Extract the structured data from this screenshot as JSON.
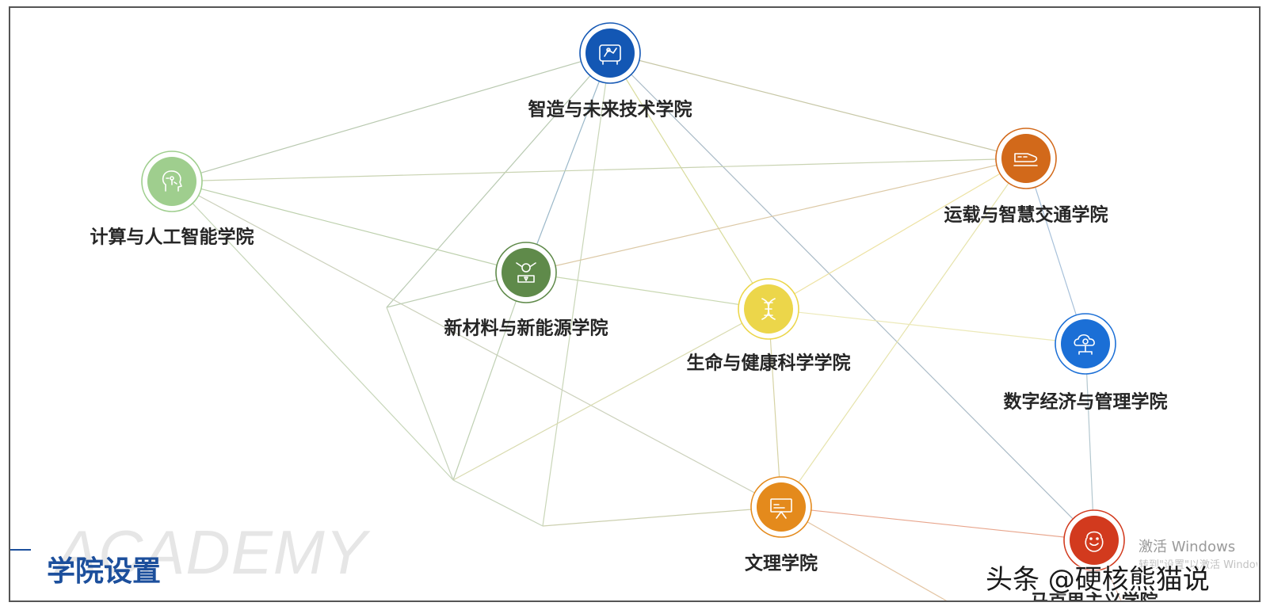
{
  "diagram": {
    "watermark_word": "ACADEMY",
    "page_title": "学院设置",
    "nodes": [
      {
        "id": "zhizao",
        "label": "智造与未来技术学院",
        "color": "#1357b4",
        "ring": "#1357b4",
        "icon": "robot-arm-icon"
      },
      {
        "id": "jisuan",
        "label": "计算与人工智能学院",
        "color": "#9fce8e",
        "ring": "#9fce8e",
        "icon": "ai-head-icon"
      },
      {
        "id": "yunzai",
        "label": "运载与智慧交通学院",
        "color": "#d2691a",
        "ring": "#d2691a",
        "icon": "train-icon"
      },
      {
        "id": "xincailiao",
        "label": "新材料与新能源学院",
        "color": "#5f8a4a",
        "ring": "#5f8a4a",
        "icon": "energy-cell-icon"
      },
      {
        "id": "shengming",
        "label": "生命与健康科学学院",
        "color": "#ecd64a",
        "ring": "#ecd64a",
        "icon": "dna-icon"
      },
      {
        "id": "shuzi",
        "label": "数字经济与管理学院",
        "color": "#1b6fd6",
        "ring": "#1b6fd6",
        "icon": "cloud-network-icon"
      },
      {
        "id": "wenli",
        "label": "文理学院",
        "color": "#e48a1c",
        "ring": "#e48a1c",
        "icon": "presentation-board-icon"
      },
      {
        "id": "makesi",
        "label": "马克思主义学院",
        "color": "#d23a1e",
        "ring": "#d23a1e",
        "icon": "marx-portrait-icon"
      }
    ]
  },
  "overlays": {
    "os_activate": "激活 Windows",
    "os_activate_sub": "转到\"设置\"以激活 Windows。",
    "credit": "头条 @硬核熊猫说"
  }
}
